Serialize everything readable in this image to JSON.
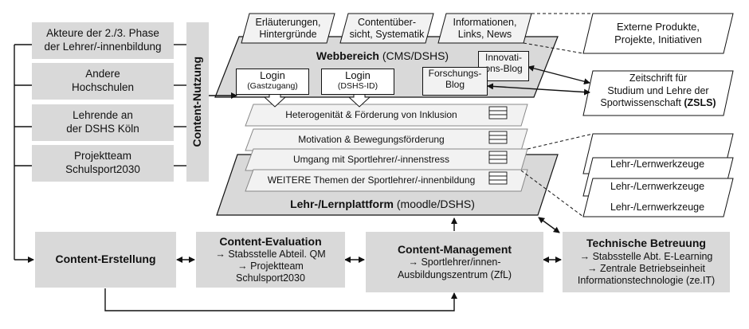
{
  "left_boxes": [
    {
      "text": "Akteure der 2./3. Phase\nder Lehrer/-innenbildung"
    },
    {
      "text": "Andere\nHochschulen"
    },
    {
      "text": "Lehrende an\nder DSHS Köln"
    },
    {
      "text": "Projektteam\nSchulsport2030"
    }
  ],
  "content_nutzung": "Content-Nutzung",
  "top_tabs": [
    {
      "text": "Erläuterungen,\nHintergründe"
    },
    {
      "text": "Contentüber-\nsicht, Systematik"
    },
    {
      "text": "Informationen,\nLinks, News"
    }
  ],
  "webbereich": {
    "title_bold": "Webbereich",
    "title_rest": " (CMS/DSHS)"
  },
  "logins": [
    {
      "title": "Login",
      "sub": "(Gastzugang)"
    },
    {
      "title": "Login",
      "sub": "(DSHS-ID)"
    }
  ],
  "blogs": {
    "innovation": "Innovati-\nons-Blog",
    "research": "Forschungs-\nBlog"
  },
  "themes": [
    {
      "text": "Heterogenität & Förderung von Inklusion"
    },
    {
      "text": "Motivation & Bewegungsförderung"
    },
    {
      "text": "Umgang mit Sportlehrer/-innenstress"
    },
    {
      "text": "WEITERE Themen der Sportlehrer/-innenbildung"
    }
  ],
  "lernplattform": {
    "title_bold": "Lehr-/Lernplattform",
    "title_rest": " (moodle/DSHS)"
  },
  "right": {
    "external": "Externe Produkte,\nProjekte, Initiativen",
    "zeitschrift": "Zeitschrift für\nStudium und Lehre der\nSportwissenschaft",
    "zeitschrift_abbr": "(ZSLS)",
    "tools": [
      "Lehr-/Lernwerkzeuge",
      "Lehr-/Lernwerkzeuge",
      "Lehr-/Lernwerkzeuge"
    ]
  },
  "bottom": {
    "erstellung": {
      "title": "Content-Erstellung"
    },
    "evaluation": {
      "title": "Content-Evaluation",
      "body": "→ Stabsstelle Abteil. QM\n→ Projektteam\nSchulsport2030"
    },
    "management": {
      "title": "Content-Management",
      "body": "→ Sportlehrer/innen-\nAusbildungszentrum (ZfL)"
    },
    "betreuung": {
      "title": "Technische Betreuung",
      "body": "→ Stabsstelle Abt. E-Learning\n→ Zentrale Betriebseinheit\nInformationstechnologie (ze.IT)"
    }
  }
}
